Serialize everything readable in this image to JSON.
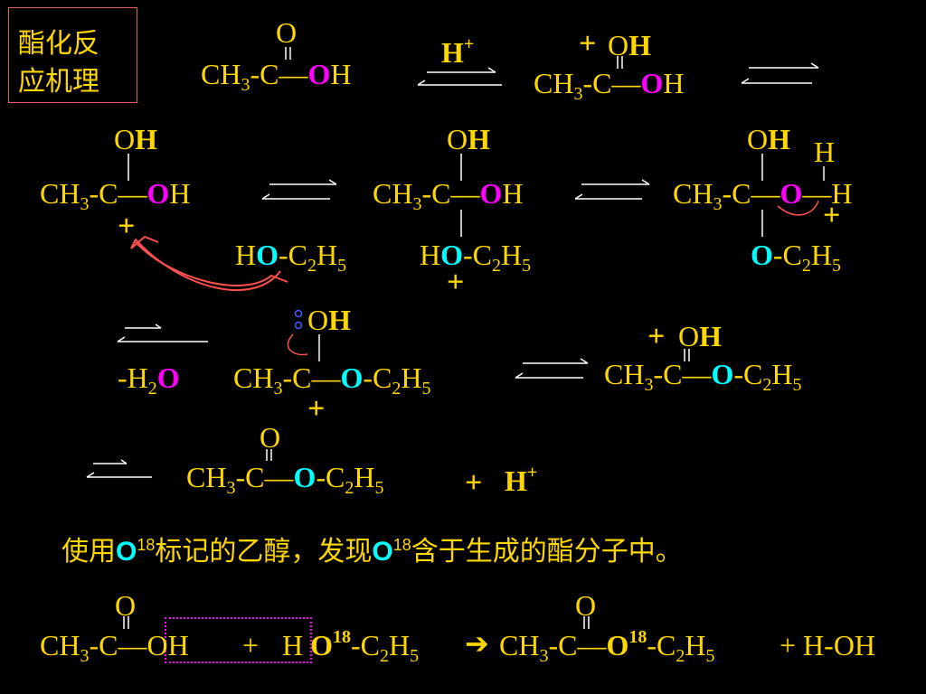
{
  "title": {
    "line1": "酯化反",
    "line2": "应机理"
  },
  "labels": {
    "O": "O",
    "OH": "OH",
    "H": "H",
    "C": "C",
    "CH": "CH",
    "three": "3",
    "dashC": "-C",
    "HO": "H",
    "C2H5_pre": "-C",
    "two": "2",
    "H5": "H",
    "five": "5",
    "plus": "+",
    "Hplus_H": "H",
    "Hplus_sup": "+",
    "minus_H2": "-H",
    "eighteen": "18",
    "dash_OH": "OH",
    "HOH": "+ H-OH",
    "arrow": "➔"
  },
  "note": {
    "part1": "使用",
    "o1": "O",
    "sup1": "18",
    "part2": "标记的乙醇，发现",
    "o2": "O",
    "sup2": "18",
    "part3": "含于生成的酯分子中。"
  },
  "colors": {
    "text": "#ffd700",
    "oxygen_magenta": "#ff00ff",
    "oxygen_cyan": "#00ffff",
    "background": "#000000"
  }
}
